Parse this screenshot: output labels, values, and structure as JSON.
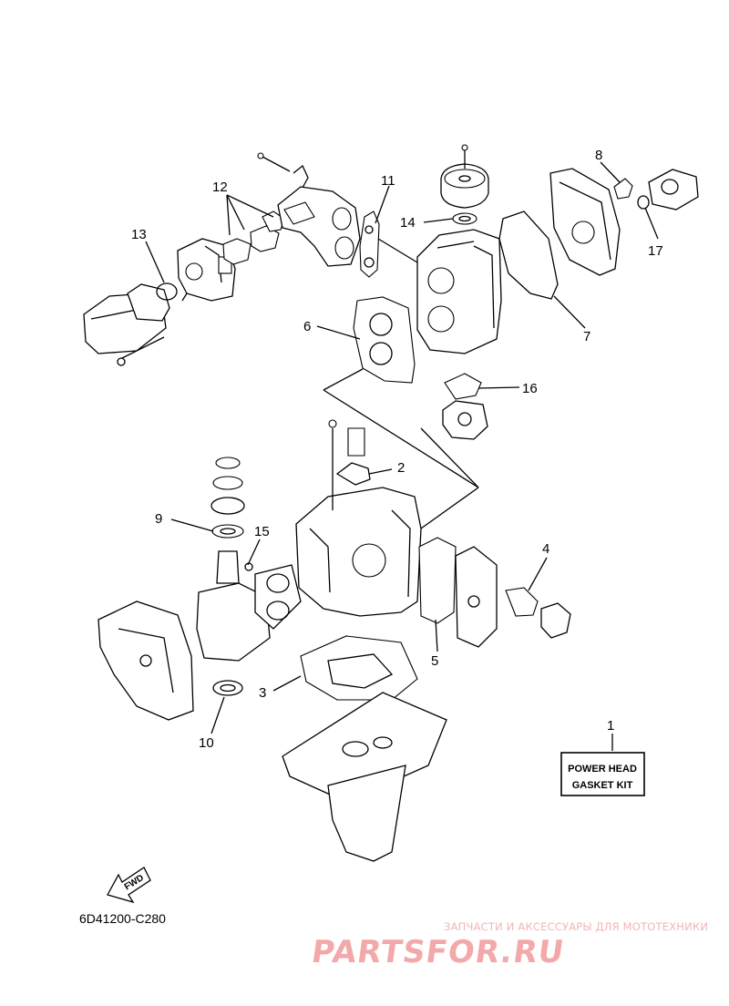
{
  "callouts": [
    "1",
    "2",
    "3",
    "4",
    "5",
    "6",
    "7",
    "8",
    "9",
    "10",
    "11",
    "12",
    "13",
    "14",
    "15",
    "16",
    "17"
  ],
  "kit_box": {
    "line1": "POWER HEAD",
    "line2": "GASKET KIT"
  },
  "direction_label": "FWD",
  "diagram_code": "6D41200-C280",
  "watermark": {
    "tagline": "ЗАПЧАСТИ И АКСЕССУАРЫ ДЛЯ МОТОТЕХНИКИ",
    "logo": "PARTSFOR.RU"
  }
}
